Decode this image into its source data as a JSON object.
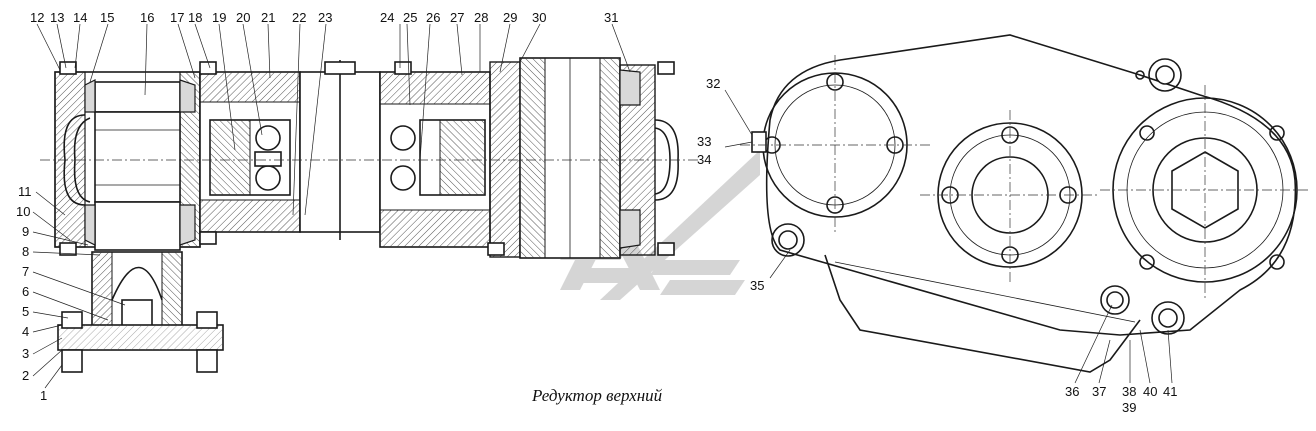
{
  "caption": "Редуктор верхний",
  "colors": {
    "line": "#1a1a1a",
    "hatch": "#555555",
    "watermark": "#c8c8c8"
  },
  "callouts_left_top": [
    "12",
    "13",
    "14",
    "15",
    "16",
    "17",
    "18",
    "19",
    "20",
    "21",
    "22",
    "23",
    "24",
    "25",
    "26",
    "27",
    "28",
    "29",
    "30",
    "31"
  ],
  "callouts_left_side": [
    "11",
    "10",
    "9",
    "8",
    "7",
    "6",
    "5",
    "4",
    "3",
    "2",
    "1"
  ],
  "callouts_right": [
    "32",
    "33",
    "34",
    "35",
    "36",
    "37",
    "38",
    "39",
    "40",
    "41"
  ]
}
